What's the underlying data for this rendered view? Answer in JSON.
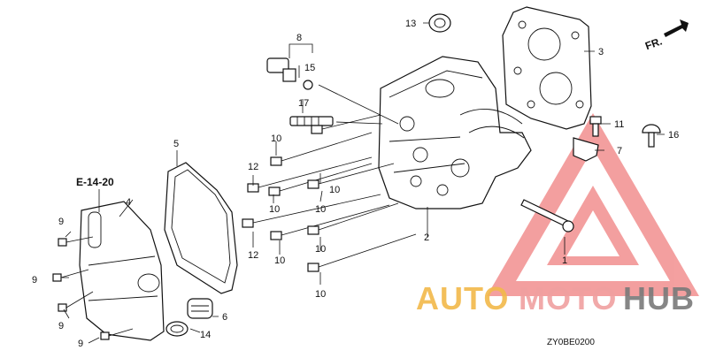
{
  "diagram": {
    "callouts": {
      "c1": "1",
      "c2": "2",
      "c3": "3",
      "c4": "4",
      "c5": "5",
      "c6": "6",
      "c7": "7",
      "c8": "8",
      "c9a": "9",
      "c9b": "9",
      "c9c": "9",
      "c9d": "9",
      "c10a": "10",
      "c10b": "10",
      "c10c": "10",
      "c10d": "10",
      "c10e": "10",
      "c10f": "10",
      "c10g": "10",
      "c11": "11",
      "c12a": "12",
      "c12b": "12",
      "c13": "13",
      "c14": "14",
      "c15": "15",
      "c16": "16",
      "c17": "17"
    },
    "reference_label": "E-14-20",
    "direction_label": "FR.",
    "drawing_code": "ZY0BE0200"
  },
  "watermark": {
    "part1": "AUTO",
    "part2": "MOTO",
    "part3": "HUB",
    "color_auto": "#f2b94a",
    "color_moto": "#f0a0a0",
    "color_hub": "#7a7a7a",
    "triangle_color": "#f08080"
  },
  "icons": [
    "direction-arrow-icon",
    "watermark-triangle-logo"
  ]
}
